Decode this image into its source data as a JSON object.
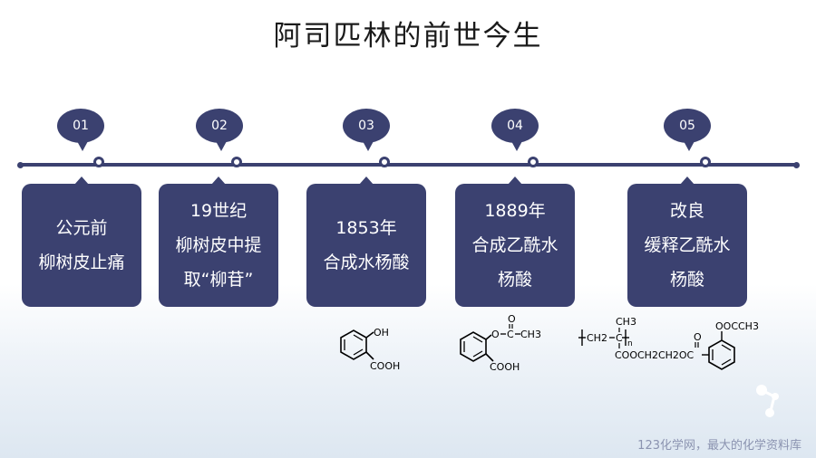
{
  "title": "阿司匹林的前世今生",
  "milestones": [
    {
      "num": "01",
      "lines": [
        "公元前",
        "柳树皮止痛"
      ]
    },
    {
      "num": "02",
      "lines": [
        "19世纪",
        "柳树皮中提",
        "取“柳苷”"
      ]
    },
    {
      "num": "03",
      "lines": [
        "1853年",
        "合成水杨酸"
      ]
    },
    {
      "num": "04",
      "lines": [
        "1889年",
        "合成乙酰水",
        "杨酸"
      ]
    },
    {
      "num": "05",
      "lines": [
        "改良",
        "缓释乙酰水",
        "杨酸"
      ]
    }
  ],
  "structures": {
    "s1": {
      "oh": "OH",
      "cooh": "COOH"
    },
    "s2": {
      "o": "O",
      "c": "C",
      "ch3": "CH3",
      "cooh": "COOH",
      "dbl_o": "O"
    },
    "s3": {
      "ch2": "CH2",
      "c": "C",
      "ch3": "CH3",
      "n": "n",
      "ester": "COOCH2CH2OC",
      "o": "O",
      "ococh3": "OOCCH3"
    }
  },
  "footer": "123化学网，最大的化学资料库"
}
